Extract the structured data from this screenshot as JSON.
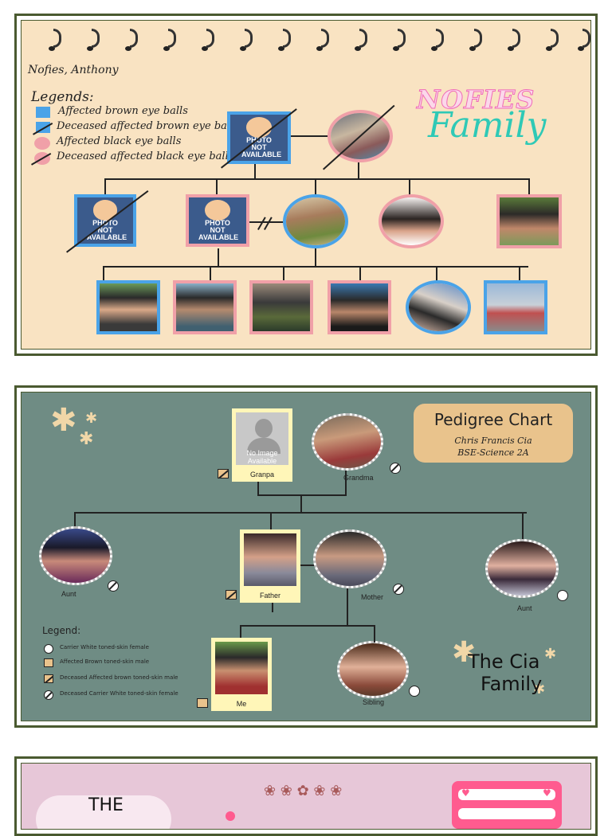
{
  "panel1": {
    "author": "Nofies, Anthony",
    "logo_line1": "NOFIES",
    "logo_line2": "Family",
    "legend_title": "Legends:",
    "legend": [
      {
        "label": "Affected brown eye balls",
        "symbol": "blue-square-icon"
      },
      {
        "label": "Deceased affected brown eye balls",
        "symbol": "blue-square-slashed-icon"
      },
      {
        "label": "Affected black eye balls",
        "symbol": "pink-circle-icon"
      },
      {
        "label": "Deceased affected black eye balls",
        "symbol": "pink-circle-slashed-icon"
      }
    ],
    "photo_not_available": "PHOTO NOT AVAILABLE",
    "colors": {
      "background": "#f9e3c2",
      "blue": "#4aa3e8",
      "pink": "#f0a0a8",
      "title_pink": "#f06bb8",
      "title_teal": "#2fc9b6"
    }
  },
  "panel2": {
    "title": "Pedigree Chart",
    "name": "Chris Francis Cia",
    "course": "BSE-Science 2A",
    "no_image": "No Image Available",
    "labels": {
      "granpa": "Granpa",
      "grandma": "Grandma",
      "aunt_left": "Aunt",
      "father": "Father",
      "mother": "Mother",
      "aunt_right": "Aunt",
      "me": "Me",
      "sibling": "Sibling"
    },
    "legend_title": "Legend:",
    "legend": [
      {
        "label": "Carrier White toned-skin female",
        "symbol": "white-circle-icon"
      },
      {
        "label": "Affected Brown toned-skin male",
        "symbol": "brown-square-icon"
      },
      {
        "label": "Deceased Affected brown toned-skin male",
        "symbol": "brown-square-slashed-icon"
      },
      {
        "label": "Deceased Carrier White toned-skin female",
        "symbol": "white-circle-slashed-icon"
      }
    ],
    "family_line1": "The Cia",
    "family_line2": "Family",
    "colors": {
      "background": "#6f8c84",
      "title_box": "#e9c38c",
      "frame": "#fff6b8"
    }
  },
  "panel3": {
    "title_word": "THE",
    "colors": {
      "background": "#e7c7d8",
      "accent": "#ff5b8f"
    }
  }
}
